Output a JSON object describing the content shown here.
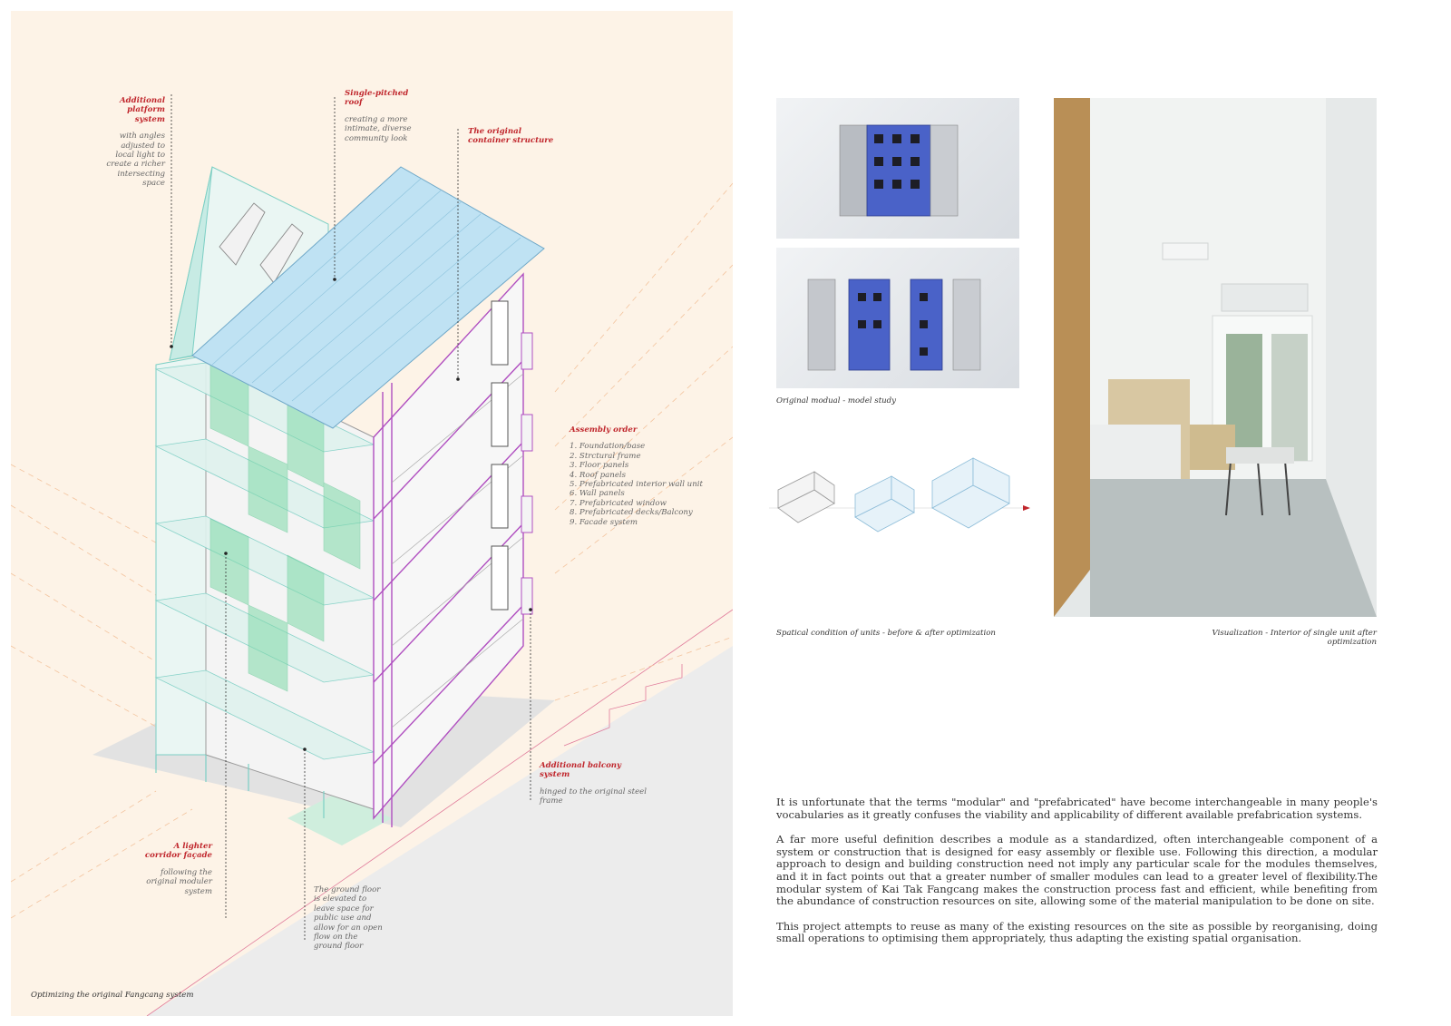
{
  "colors": {
    "accent": "#c0262c",
    "roof": "#bfe2f3",
    "frame": "#b04fc0",
    "facade": "#5ecf9a",
    "panel": "#fdf3e7"
  },
  "annotations": {
    "platform": {
      "title": "Additional platform system",
      "desc": "with angles adjusted to local light to create a richer intersecting space"
    },
    "roof": {
      "title": "Single-pitched roof",
      "desc": "creating a more intimate, diverse community look"
    },
    "container": {
      "title": "The original container structure"
    },
    "assembly": {
      "title": "Assembly order",
      "items": [
        "1. Foundation/base",
        "2. Strctural frame",
        "3. Floor panels",
        "4. Roof panels",
        "5. Prefabricated interior wall unit",
        "6. Wall panels",
        "7. Prefabricated window",
        "8. Prefabricated decks/Balcony",
        "9. Facade system"
      ]
    },
    "balcony": {
      "title": "Additional balcony system",
      "desc": "hinged to the original steel frame"
    },
    "corridor": {
      "title": "A lighter corridor façade",
      "desc": "following the original moduler system"
    },
    "ground": {
      "desc": "The ground floor is elevated to leave space for public use and allow for an open flow on the ground floor"
    }
  },
  "captions": {
    "main": "Optimizing the original Fangcang system",
    "model": "Original modual - model study",
    "spatial": "Spatical condition of units - before & after optimization",
    "viz": "Visualization - Interior of single unit after optimization"
  },
  "body": [
    "It is unfortunate that the terms \"modular\" and \"prefabricated\" have become interchangeable in many people's vocabularies as it greatly confuses the viability and applicability of different available prefabrication systems.",
    "A far more useful definition describes a module as a standardized, often interchangeable component of a system or construction that is designed for easy assembly or flexible use. Following this direction, a modular approach to design and building construction need not imply any particular scale for the modules themselves, and it in fact points out that a greater number of smaller modules can lead to a greater level of flexibility.The modular system of Kai Tak Fangcang makes the construction process fast and efficient, while benefiting from the abundance of construction resources on site, allowing some of the material manipulation to be done on site.",
    "This project attempts to reuse as many of the existing resources on the site as possible by reorganising, doing small operations to optimising them appropriately, thus adapting the existing spatial organisation."
  ]
}
